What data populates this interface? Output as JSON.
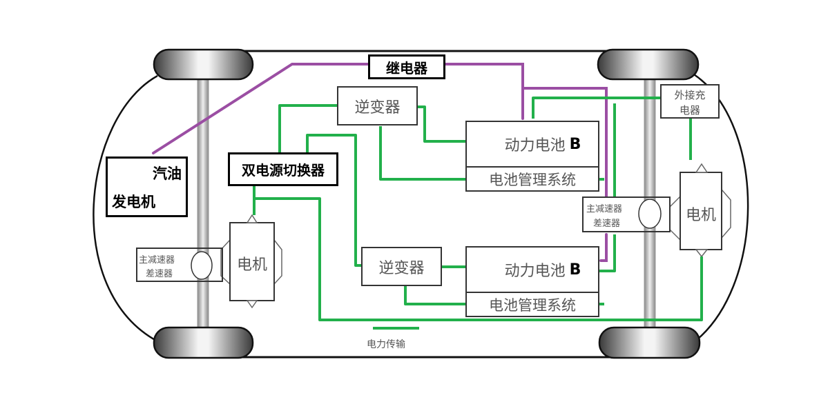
{
  "diagram": {
    "title": "Hybrid vehicle dual power-source architecture",
    "colors": {
      "power_line": "#22b04b",
      "relay_line": "#9b4ea3",
      "outline": "#111111",
      "text_grey": "#555555"
    },
    "components": {
      "relay": "继电器",
      "gasoline_generator_line1": "汽油",
      "gasoline_generator_line2": "发电机",
      "dual_power_switch": "双电源切换器",
      "inverter_top": "逆变器",
      "inverter_bottom": "逆变器",
      "battery_top_name": "动力电池",
      "battery_top_suffix": "B",
      "bms_top": "电池管理系统",
      "battery_bottom_name": "动力电池",
      "battery_bottom_suffix": "B",
      "bms_bottom": "电池管理系统",
      "external_charger_line1": "外接充",
      "external_charger_line2": "电器",
      "reducer_left_line1": "主减速器",
      "reducer_left_line2": "差速器",
      "reducer_right_line1": "主减速器",
      "reducer_right_line2": "差速器",
      "motor_left": "电机",
      "motor_right": "电机"
    },
    "legend": {
      "power_transmission": "电力传输"
    }
  }
}
